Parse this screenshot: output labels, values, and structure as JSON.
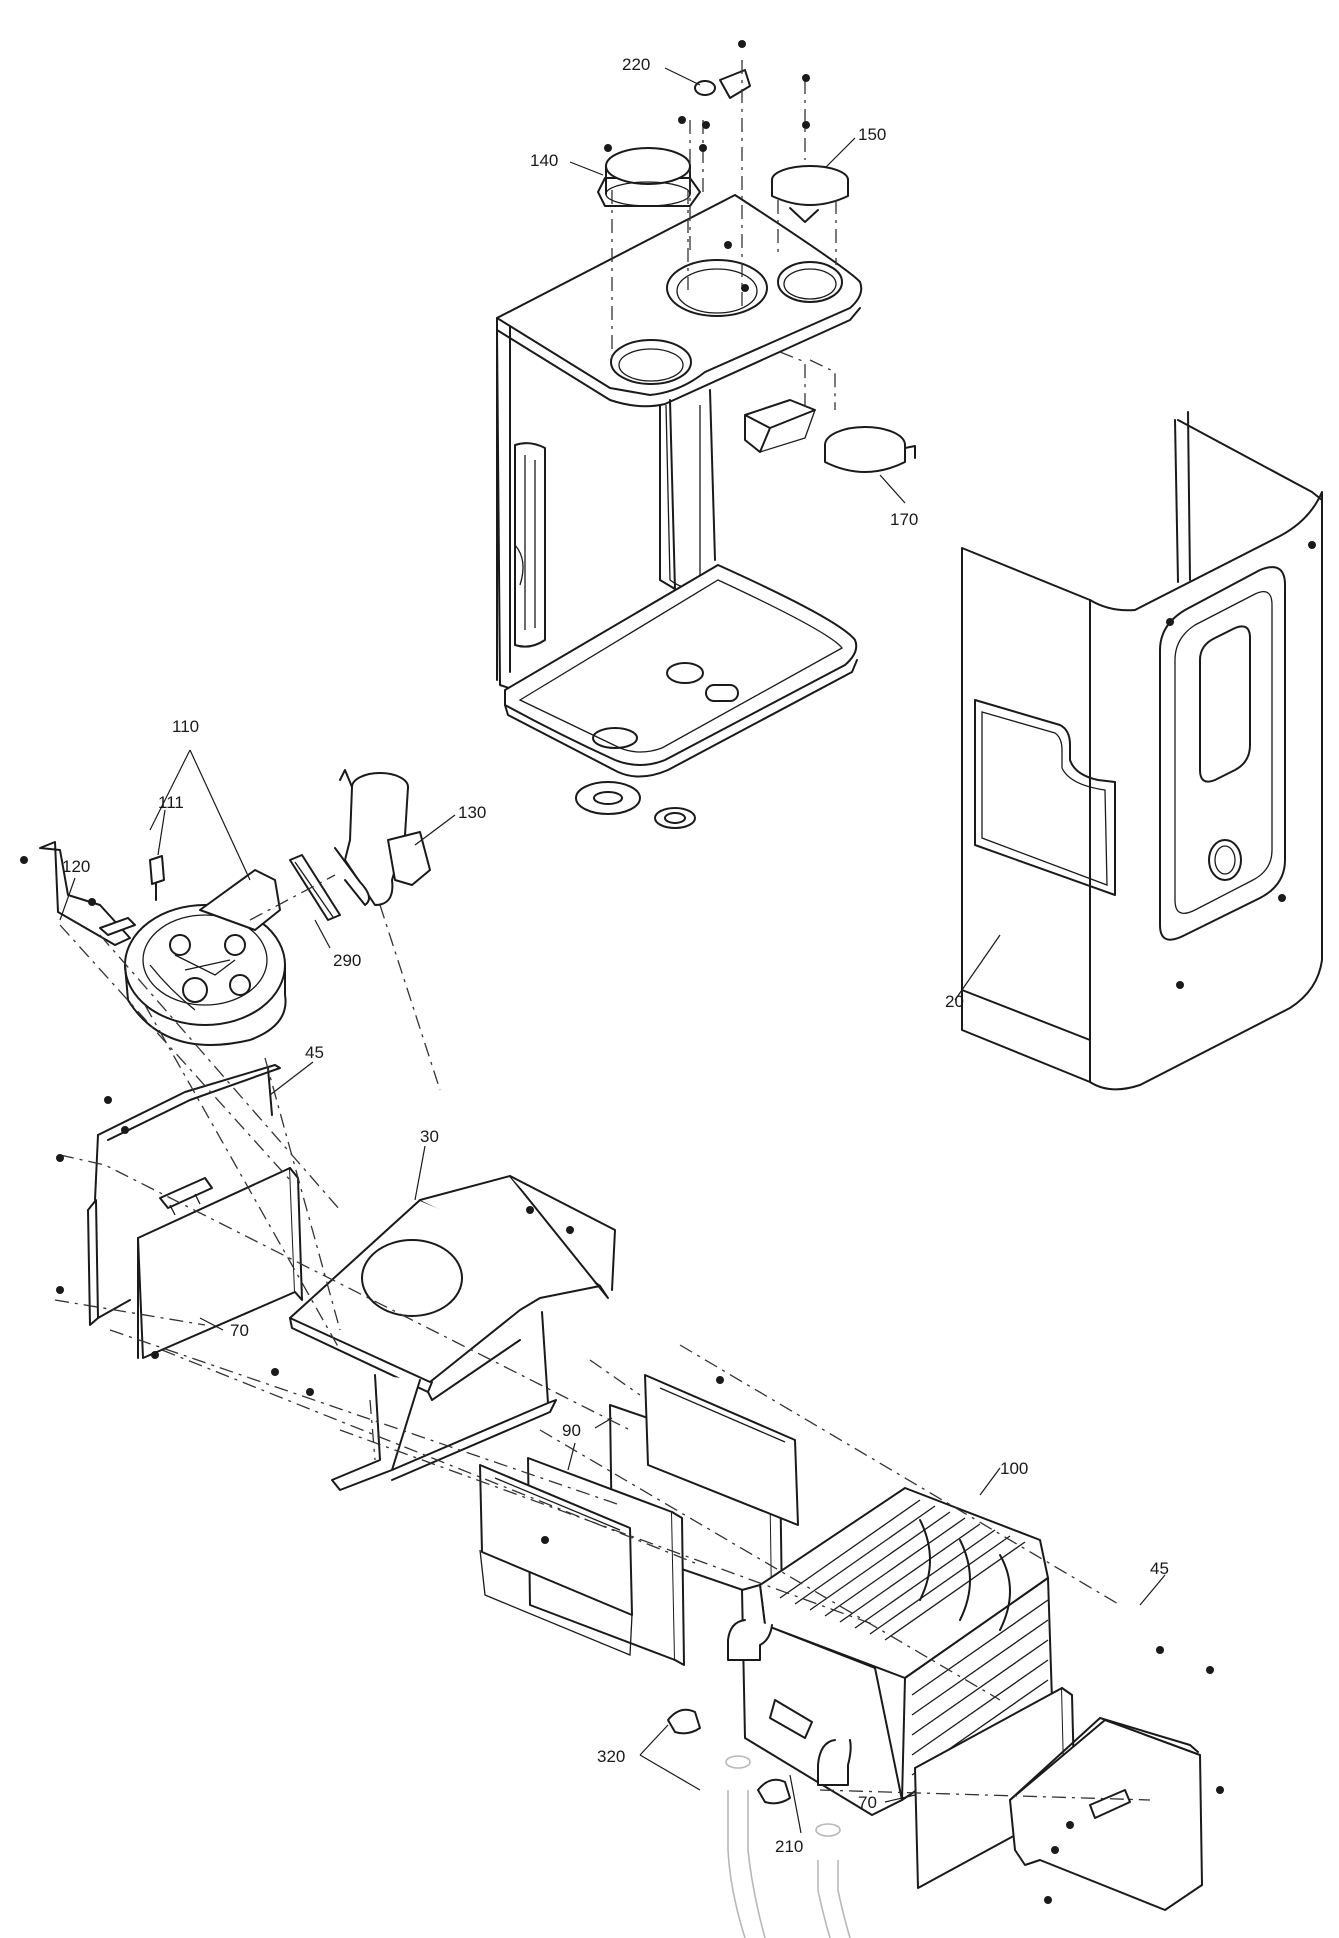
{
  "diagram": {
    "callouts": {
      "c20": "20",
      "c30": "30",
      "c45a": "45",
      "c45b": "45",
      "c70a": "70",
      "c70b": "70",
      "c90": "90",
      "c100": "100",
      "c110": "110",
      "c111": "111",
      "c120": "120",
      "c130": "130",
      "c140": "140",
      "c150": "150",
      "c170": "170",
      "c210": "210",
      "c220": "220",
      "c290": "290",
      "c320": "320"
    }
  }
}
